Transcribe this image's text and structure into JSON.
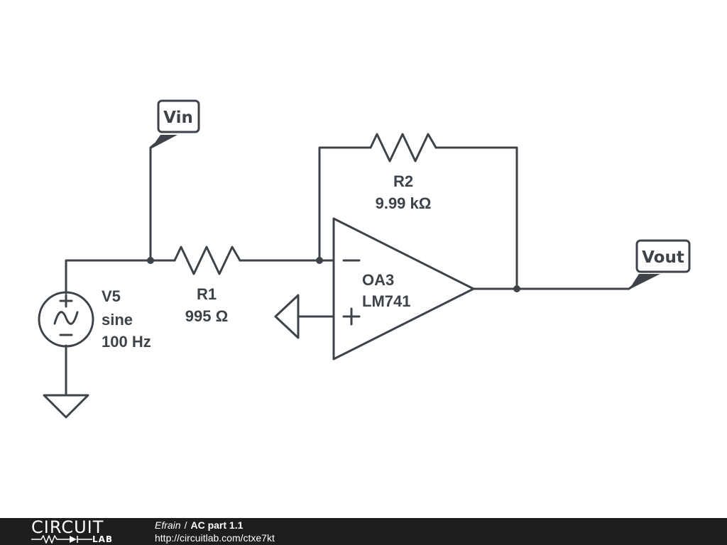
{
  "net_labels": {
    "vin": "Vin",
    "vout": "Vout"
  },
  "source": {
    "ref": "V5",
    "kind": "sine",
    "freq": "100 Hz"
  },
  "r1": {
    "ref": "R1",
    "value": "995 Ω"
  },
  "r2": {
    "ref": "R2",
    "value": "9.99 kΩ"
  },
  "opamp": {
    "ref": "OA3",
    "model": "LM741"
  },
  "footer": {
    "logo_top": "CIRCUIT",
    "logo_bottom": "LAB",
    "author": "Efrain",
    "separator": "/",
    "title": "AC part 1.1",
    "url": "http://circuitlab.com/ctxe7kt"
  }
}
